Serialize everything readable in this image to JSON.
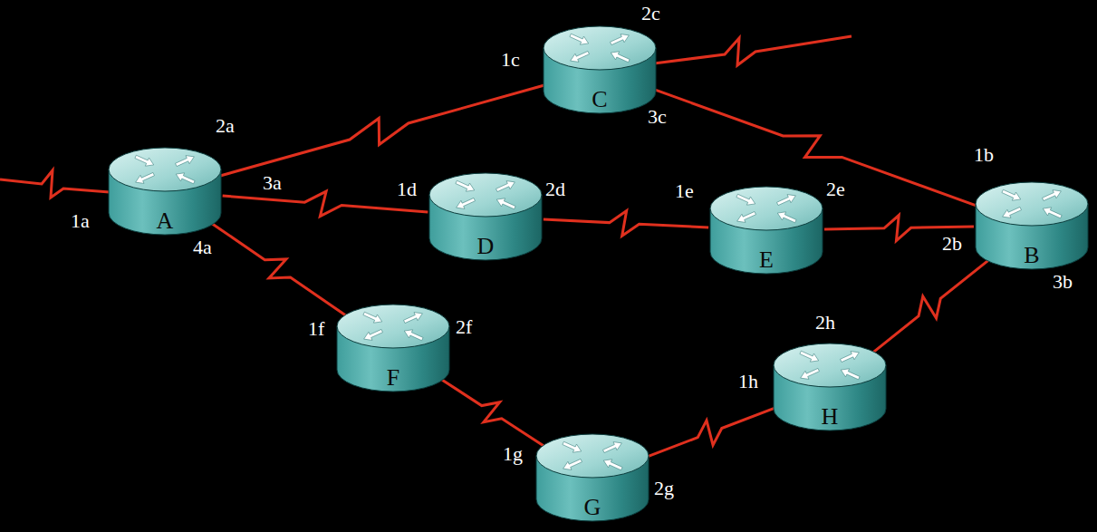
{
  "diagram": {
    "nodes": [
      {
        "text": [
          "C"
        ]
      },
      {
        "text": [
          "A"
        ]
      },
      {
        "text": [
          "D"
        ]
      },
      {
        "text": [
          "E"
        ]
      },
      {
        "text": [
          "B"
        ]
      },
      {
        "text": [
          "F"
        ]
      },
      {
        "text": [
          "H"
        ]
      },
      {
        "text": [
          "G"
        ]
      }
    ],
    "edges": [
      {
        "from": 1,
        "to": 0,
        "arrow": "none"
      },
      {
        "from": 1,
        "to": 2,
        "arrow": "none"
      },
      {
        "from": 2,
        "to": 3,
        "arrow": "none"
      },
      {
        "from": 3,
        "to": 4,
        "arrow": "none"
      },
      {
        "from": 0,
        "to": 4,
        "arrow": "none"
      },
      {
        "from": 1,
        "to": 5,
        "arrow": "none"
      },
      {
        "from": 5,
        "to": 7,
        "arrow": "none"
      },
      {
        "from": 7,
        "to": 6,
        "arrow": "none"
      },
      {
        "from": 6,
        "to": 4,
        "arrow": "none"
      }
    ],
    "labels": [
      "2c",
      "1c",
      "2a",
      "3c",
      "1b",
      "3a",
      "1d",
      "2d",
      "1e",
      "2e",
      "1a",
      "2b",
      "4a",
      "3b",
      "2h",
      "1f",
      "2f",
      "1h",
      "1g",
      "2g"
    ]
  }
}
